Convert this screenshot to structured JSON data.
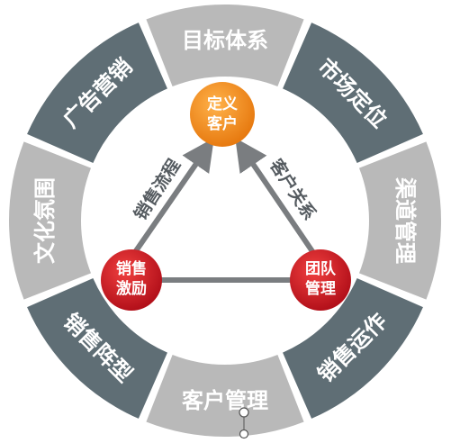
{
  "ring": {
    "segments": [
      {
        "id": "goal-system",
        "label": "目标体系",
        "color": "#b9b9b9"
      },
      {
        "id": "market-positioning",
        "label": "市场定位",
        "color": "#5f6e75"
      },
      {
        "id": "channel-management",
        "label": "渠道管理",
        "color": "#b9b9b9"
      },
      {
        "id": "sales-operation",
        "label": "销售运作",
        "color": "#5f6e75"
      },
      {
        "id": "customer-management",
        "label": "客户管理",
        "color": "#b9b9b9"
      },
      {
        "id": "sales-formation",
        "label": "销售阵型",
        "color": "#5f6e75"
      },
      {
        "id": "cultural-atmosphere",
        "label": "文化氛围",
        "color": "#b9b9b9"
      },
      {
        "id": "advertising-marketing",
        "label": "广告营销",
        "color": "#5f6e75"
      }
    ]
  },
  "triangle": {
    "nodes": {
      "define_customer": {
        "label_line1": "定义",
        "label_line2": "客户",
        "color": "#f08a1c"
      },
      "sales_incentive": {
        "label_line1": "销售",
        "label_line2": "激励",
        "color": "#cf1a1f"
      },
      "team_management": {
        "label_line1": "团队",
        "label_line2": "管理",
        "color": "#cf1a1f"
      }
    },
    "edges": {
      "sales_process": "销售流程",
      "customer_relationship": "客户关系"
    },
    "line_color": "#7a7d80"
  }
}
